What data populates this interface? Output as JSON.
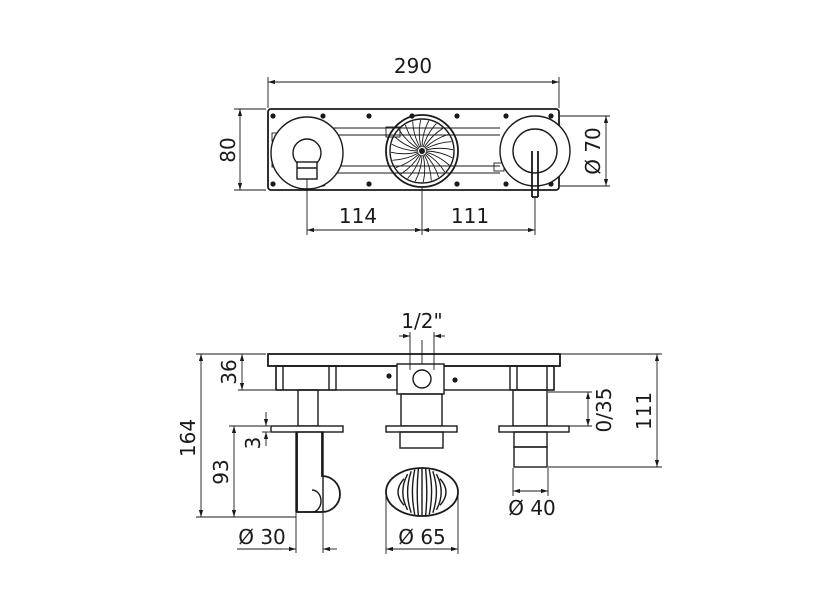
{
  "top_view": {
    "width_label": "290",
    "height_label": "80",
    "left_spacing_label": "114",
    "right_spacing_label": "111",
    "diameter_label": "Ø 70"
  },
  "side_view": {
    "thread_label": "1/2\"",
    "plate_depth_label": "36",
    "total_depth_label": "164",
    "spout_depth_label": "93",
    "flange_label": "3",
    "spout_diameter_label": "Ø 30",
    "shower_diameter_label": "Ø 65",
    "handle_diameter_label": "Ø 40",
    "range_label": "0/35",
    "right_depth_label": "111"
  }
}
